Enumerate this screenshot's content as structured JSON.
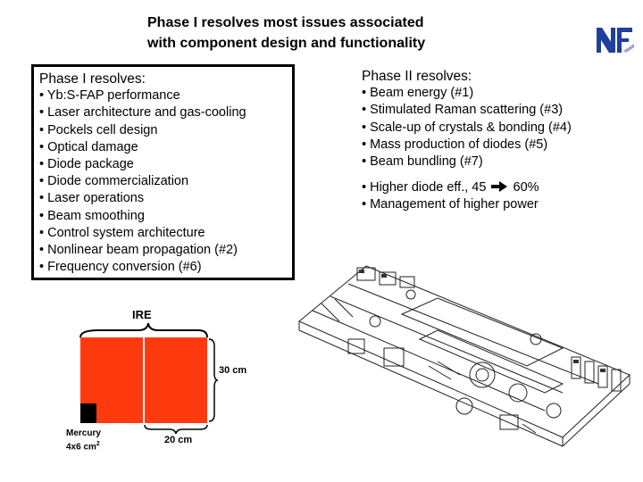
{
  "title": {
    "line1": "Phase I resolves most issues  associated",
    "line2": "with component design and functionality"
  },
  "logo": {
    "text": "NIF"
  },
  "phase1": {
    "heading": "Phase I resolves:",
    "items": [
      "• Yb:S-FAP performance",
      "• Laser architecture and gas-cooling",
      "• Pockels cell design",
      "• Optical damage",
      "• Diode package",
      "• Diode commercialization",
      "• Laser operations",
      "• Beam smoothing",
      "• Control system architecture",
      "• Nonlinear beam propagation (#2)",
      "• Frequency conversion (#6)"
    ]
  },
  "phase2": {
    "heading": "Phase II resolves:",
    "items": [
      "• Beam energy (#1)",
      "• Stimulated Raman scattering (#3)",
      "• Scale-up of crystals & bonding (#4)",
      "• Mass production of diodes (#5)",
      "• Beam bundling (#7)"
    ],
    "extra_1_before": "• Higher diode eff., 45",
    "extra_1_after": "60%",
    "extra_2": "• Management of higher power"
  },
  "diagram": {
    "ire_label": "IRE",
    "height_label": "30 cm",
    "width_label": "20 cm",
    "mercury_line1": "Mercury",
    "mercury_line2": "4x6 cm",
    "mercury_sup": "2"
  },
  "colors": {
    "ire_red": "#ff3a0f",
    "logo_blue": "#1f3f9f"
  }
}
